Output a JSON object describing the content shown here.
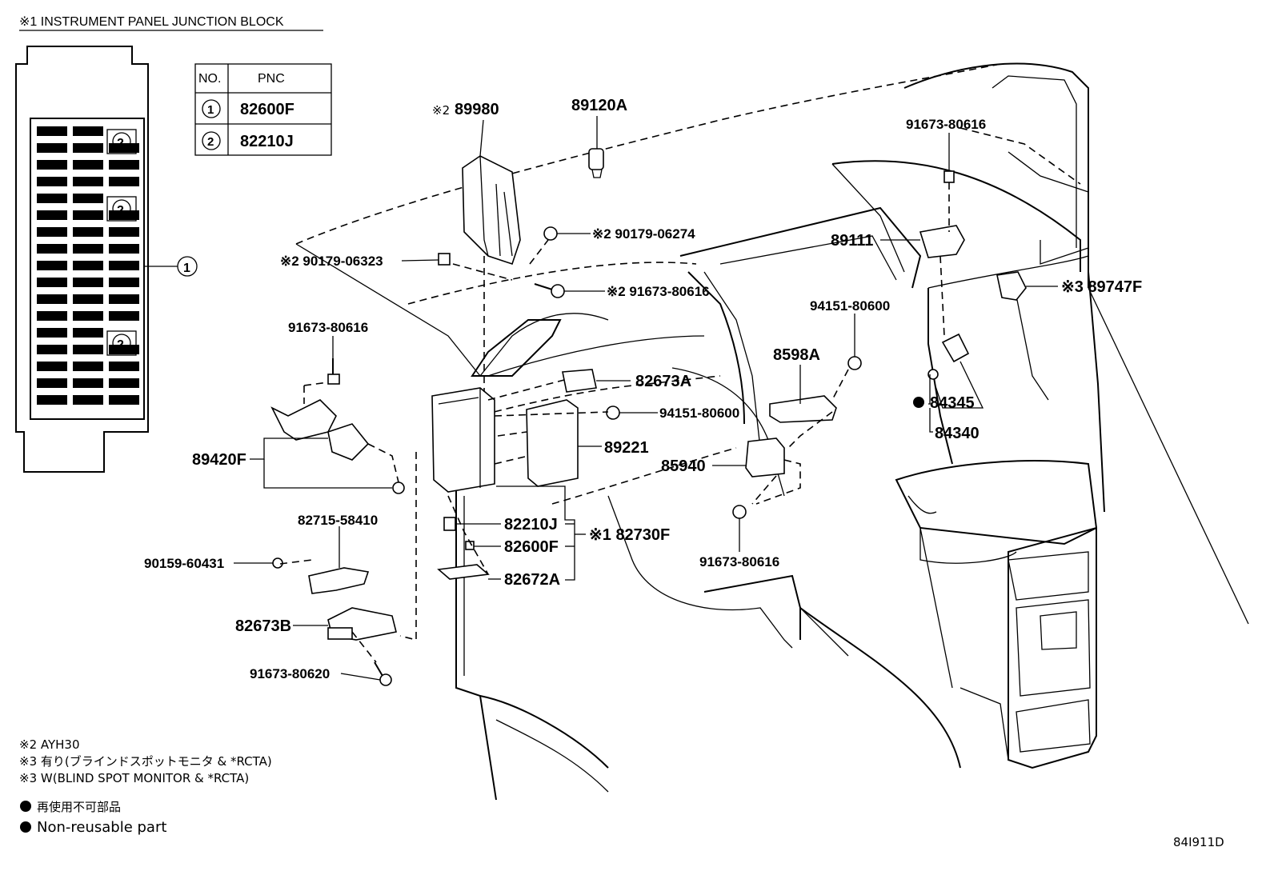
{
  "header": {
    "title": "※1 INSTRUMENT PANEL JUNCTION BLOCK"
  },
  "pnc_table": {
    "col_no": "NO.",
    "col_pnc": "PNC",
    "rows": [
      {
        "no": "1",
        "pnc": "82600F"
      },
      {
        "no": "2",
        "pnc": "82210J"
      }
    ]
  },
  "junction_block": {
    "callout_1": "1",
    "callout_2a": "2",
    "callout_2b": "2",
    "callout_2c": "2"
  },
  "parts": {
    "p89980": "89980",
    "p89980_mark": "※2",
    "p89120A": "89120A",
    "p90179_06274": "※2 90179-06274",
    "p90179_06323": "※2 90179-06323",
    "p91673_80616_center": "※2 91673-80616",
    "p91673_80616_left": "91673-80616",
    "p89420F": "89420F",
    "p82715_58410": "82715-58410",
    "p90159_60431": "90159-60431",
    "p82673B": "82673B",
    "p91673_80620": "91673-80620",
    "p82673A": "82673A",
    "p94151_80600_a": "94151-80600",
    "p89221": "89221",
    "p85940": "85940",
    "p82210J": "82210J",
    "p82600F": "82600F",
    "p82672A": "82672A",
    "p82730F": "※1 82730F",
    "p91673_80616_bottom": "91673-80616",
    "p8598A": "8598A",
    "p94151_80600_b": "94151-80600",
    "p89111": "89111",
    "p91673_80616_top": "91673-80616",
    "p89747F": "※3 89747F",
    "p84345": "84345",
    "p84340": "84340"
  },
  "notes": {
    "n1": "※2 AYH30",
    "n2": "※3 有り(ブラインドスポットモニタ & *RCTA)",
    "n3": "※3 W(BLIND SPOT MONITOR & *RCTA)",
    "n4": "再使用不可部品",
    "n5": "Non-reusable part"
  },
  "footer": {
    "code": "84I911D"
  }
}
